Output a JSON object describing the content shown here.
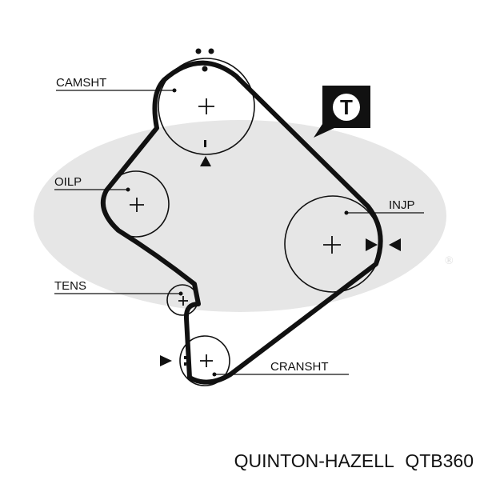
{
  "colors": {
    "belt": "#111111",
    "watermark": "#e6e6e6",
    "ink": "#111111"
  },
  "watermark": {
    "icon": "gates-logo-watermark",
    "registered_mark": "®"
  },
  "labels": {
    "camshaft": "CAMSHT",
    "oil_pump": "OILP",
    "tensioner": "TENS",
    "injection_pump": "INJP",
    "crankshaft": "CRANSHT"
  },
  "badge": {
    "icon": "tensioner-callout-icon",
    "letter": "T"
  },
  "caption": {
    "brand": "QUINTON-HAZELL",
    "part_number": "QTB360"
  }
}
